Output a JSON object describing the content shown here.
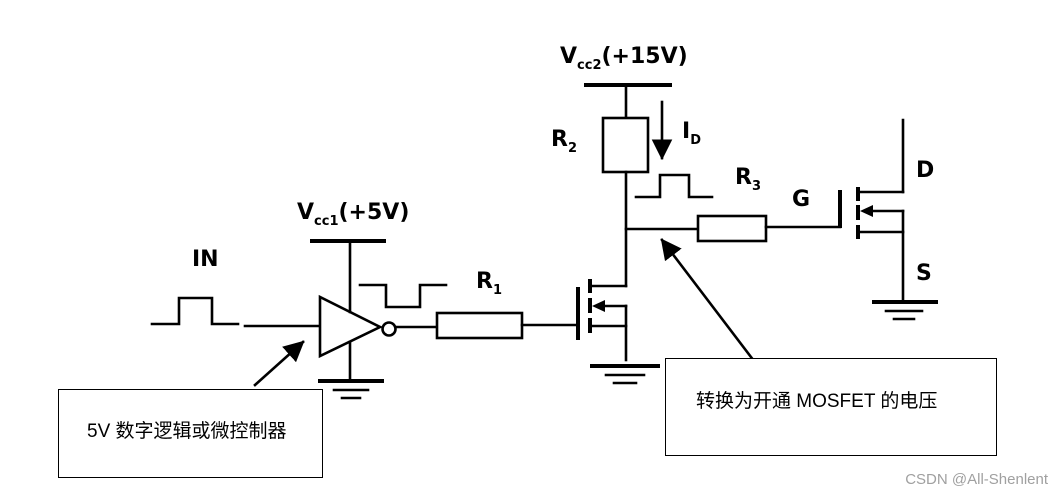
{
  "labels": {
    "in": "IN",
    "vcc1_main": "V",
    "vcc1_sub": "cc1",
    "vcc1_value": "(+5V)",
    "vcc2_main": "V",
    "vcc2_sub": "cc2",
    "vcc2_value": "(+15V)",
    "r1_main": "R",
    "r1_sub": "1",
    "r2_main": "R",
    "r2_sub": "2",
    "r3_main": "R",
    "r3_sub": "3",
    "id_main": "I",
    "id_sub": "D",
    "gate": "G",
    "drain": "D",
    "source": "S"
  },
  "callouts": {
    "left": "5V 数字逻辑或微控制器",
    "right": "转换为开通 MOSFET 的电压"
  },
  "watermark": "CSDN @All-Shenlent"
}
